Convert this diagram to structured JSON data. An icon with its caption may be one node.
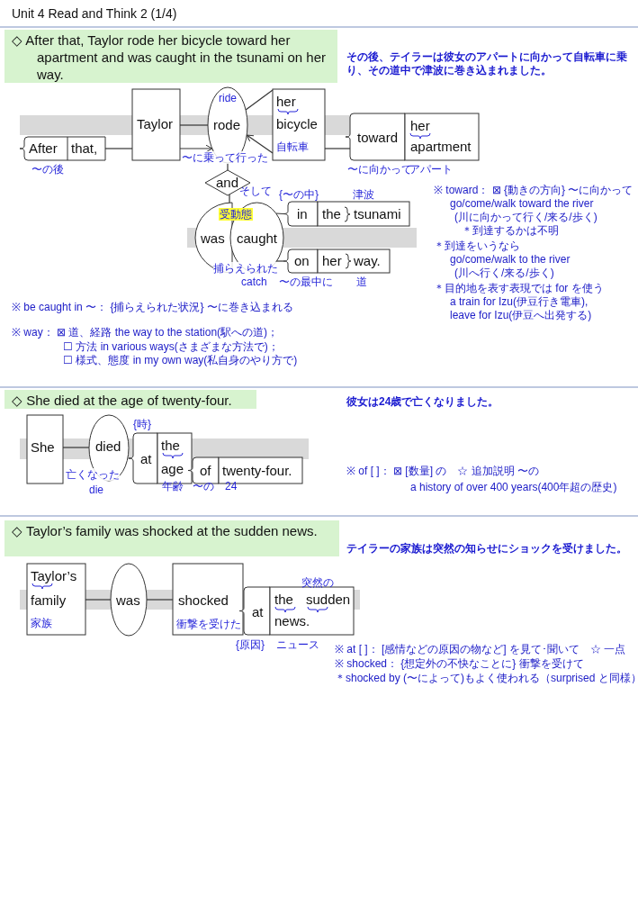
{
  "diagram": {
    "title": "Unit 4 Read and Think 2 (1/4)",
    "nodes": [
      {
        "text": [
          "Taylor"
        ]
      },
      {
        "text": [
          "ride",
          "rode",
          "〜に乗って行った"
        ]
      },
      {
        "text": [
          "her",
          "bicycle",
          "自転車"
        ]
      },
      {
        "text": [
          "After",
          "that,"
        ],
        "beside": [
          "〜の後"
        ]
      },
      {
        "text": [
          "toward"
        ],
        "beside": [
          "〜に向かって"
        ]
      },
      {
        "text": [
          "her",
          "apartment"
        ],
        "beside": [
          "アパート"
        ]
      },
      {
        "text": [
          "and"
        ],
        "beside": [
          "そして"
        ]
      },
      {
        "text": [
          "was"
        ]
      },
      {
        "text": [
          "caught",
          "捕らえられた"
        ],
        "beside": [
          "受動態",
          "catch"
        ]
      },
      {
        "text": [
          "in"
        ],
        "beside": [
          "{〜の中}"
        ]
      },
      {
        "text": [
          "the",
          "tsunami"
        ],
        "beside": [
          "津波"
        ]
      },
      {
        "text": [
          "on"
        ],
        "beside": [
          "〜の最中に"
        ]
      },
      {
        "text": [
          "her",
          "way."
        ],
        "beside": [
          "道"
        ]
      },
      {
        "text": [
          "She"
        ]
      },
      {
        "text": [
          "died",
          "亡くなった"
        ],
        "beside": [
          "die"
        ]
      },
      {
        "text": [
          "at"
        ],
        "beside": [
          "{時}"
        ]
      },
      {
        "text": [
          "the",
          "age"
        ],
        "beside": [
          "年齢"
        ]
      },
      {
        "text": [
          "of"
        ],
        "beside": [
          "〜の"
        ]
      },
      {
        "text": [
          "twenty-four."
        ],
        "beside": [
          "24"
        ]
      },
      {
        "text": [
          "Taylor’s",
          "family",
          "家族"
        ]
      },
      {
        "text": [
          "was"
        ]
      },
      {
        "text": [
          "shocked",
          "衝撃を受けた"
        ]
      },
      {
        "text": [
          "at"
        ],
        "beside": [
          "{原因}"
        ]
      },
      {
        "text": [
          "the",
          "sudden",
          "news."
        ],
        "beside": [
          "突然の",
          "ニュース"
        ]
      }
    ],
    "edges": [
      {
        "from": 0,
        "to": 1,
        "arrow": "none"
      },
      {
        "from": 3,
        "to": 0,
        "arrow": "none"
      },
      {
        "from": 0,
        "to": 1,
        "arrow": "to"
      },
      {
        "from": 1,
        "to": 2,
        "arrow": "none"
      },
      {
        "from": 2,
        "to": 1,
        "arrow": "to"
      },
      {
        "from": 4,
        "to": 2,
        "arrow": "none"
      },
      {
        "from": 1,
        "to": 6,
        "arrow": "none"
      },
      {
        "from": 6,
        "to": 7,
        "arrow": "none"
      },
      {
        "from": 8,
        "to": 9,
        "arrow": "none"
      },
      {
        "from": 8,
        "to": 11,
        "arrow": "none"
      },
      {
        "from": 13,
        "to": 14,
        "arrow": "none"
      },
      {
        "from": 19,
        "to": 20,
        "arrow": "none"
      },
      {
        "from": 20,
        "to": 21,
        "arrow": "none"
      }
    ],
    "labels": [
      "◇ After that, Taylor rode her bicycle toward her apartment and was caught in the tsunami on her way.",
      "その後、テイラーは彼女のアパートに向かって自転車に乗り、その道中で津波に巻き込まれました。",
      "※ toward： ⊠ {動きの方向} 〜に向かって",
      "go/come/walk toward the river",
      "(川に向かって行く/来る/歩く)",
      "＊到達するかは不明",
      "＊到達をいうなら",
      "go/come/walk to the river",
      "(川へ行く/来る/歩く)",
      "＊目的地を表す表現では for を使う",
      "a train for Izu(伊豆行き電車),",
      "leave for Izu(伊豆へ出発する)",
      "※ be caught in 〜： {捕らえられた状況} 〜に巻き込まれる",
      "※ way： ⊠ 道、経路 the way to the station(駅への道)；",
      "☐ 方法 in various ways(さまざまな方法で)；",
      "☐ 様式、態度 in my own way(私自身のやり方で)",
      "◇ She died at the age of twenty-four.",
      "彼女は24歳で亡くなりました。",
      "※ of [ ]： ⊠ [数量] の　☆ 追加説明 〜の",
      "a history of over 400 years(400年超の歴史)",
      "◇ Taylor’s family was shocked at the sudden news.",
      "テイラーの家族は突然の知らせにショックを受けました。",
      "※ at [ ]： [感情などの原因の物など] を見て･聞いて　☆ 一点",
      "※ shocked： {想定外の不快なことに} 衝撃を受けて",
      "＊shocked by (〜によって)もよく使われる（surprised と同様）"
    ]
  }
}
